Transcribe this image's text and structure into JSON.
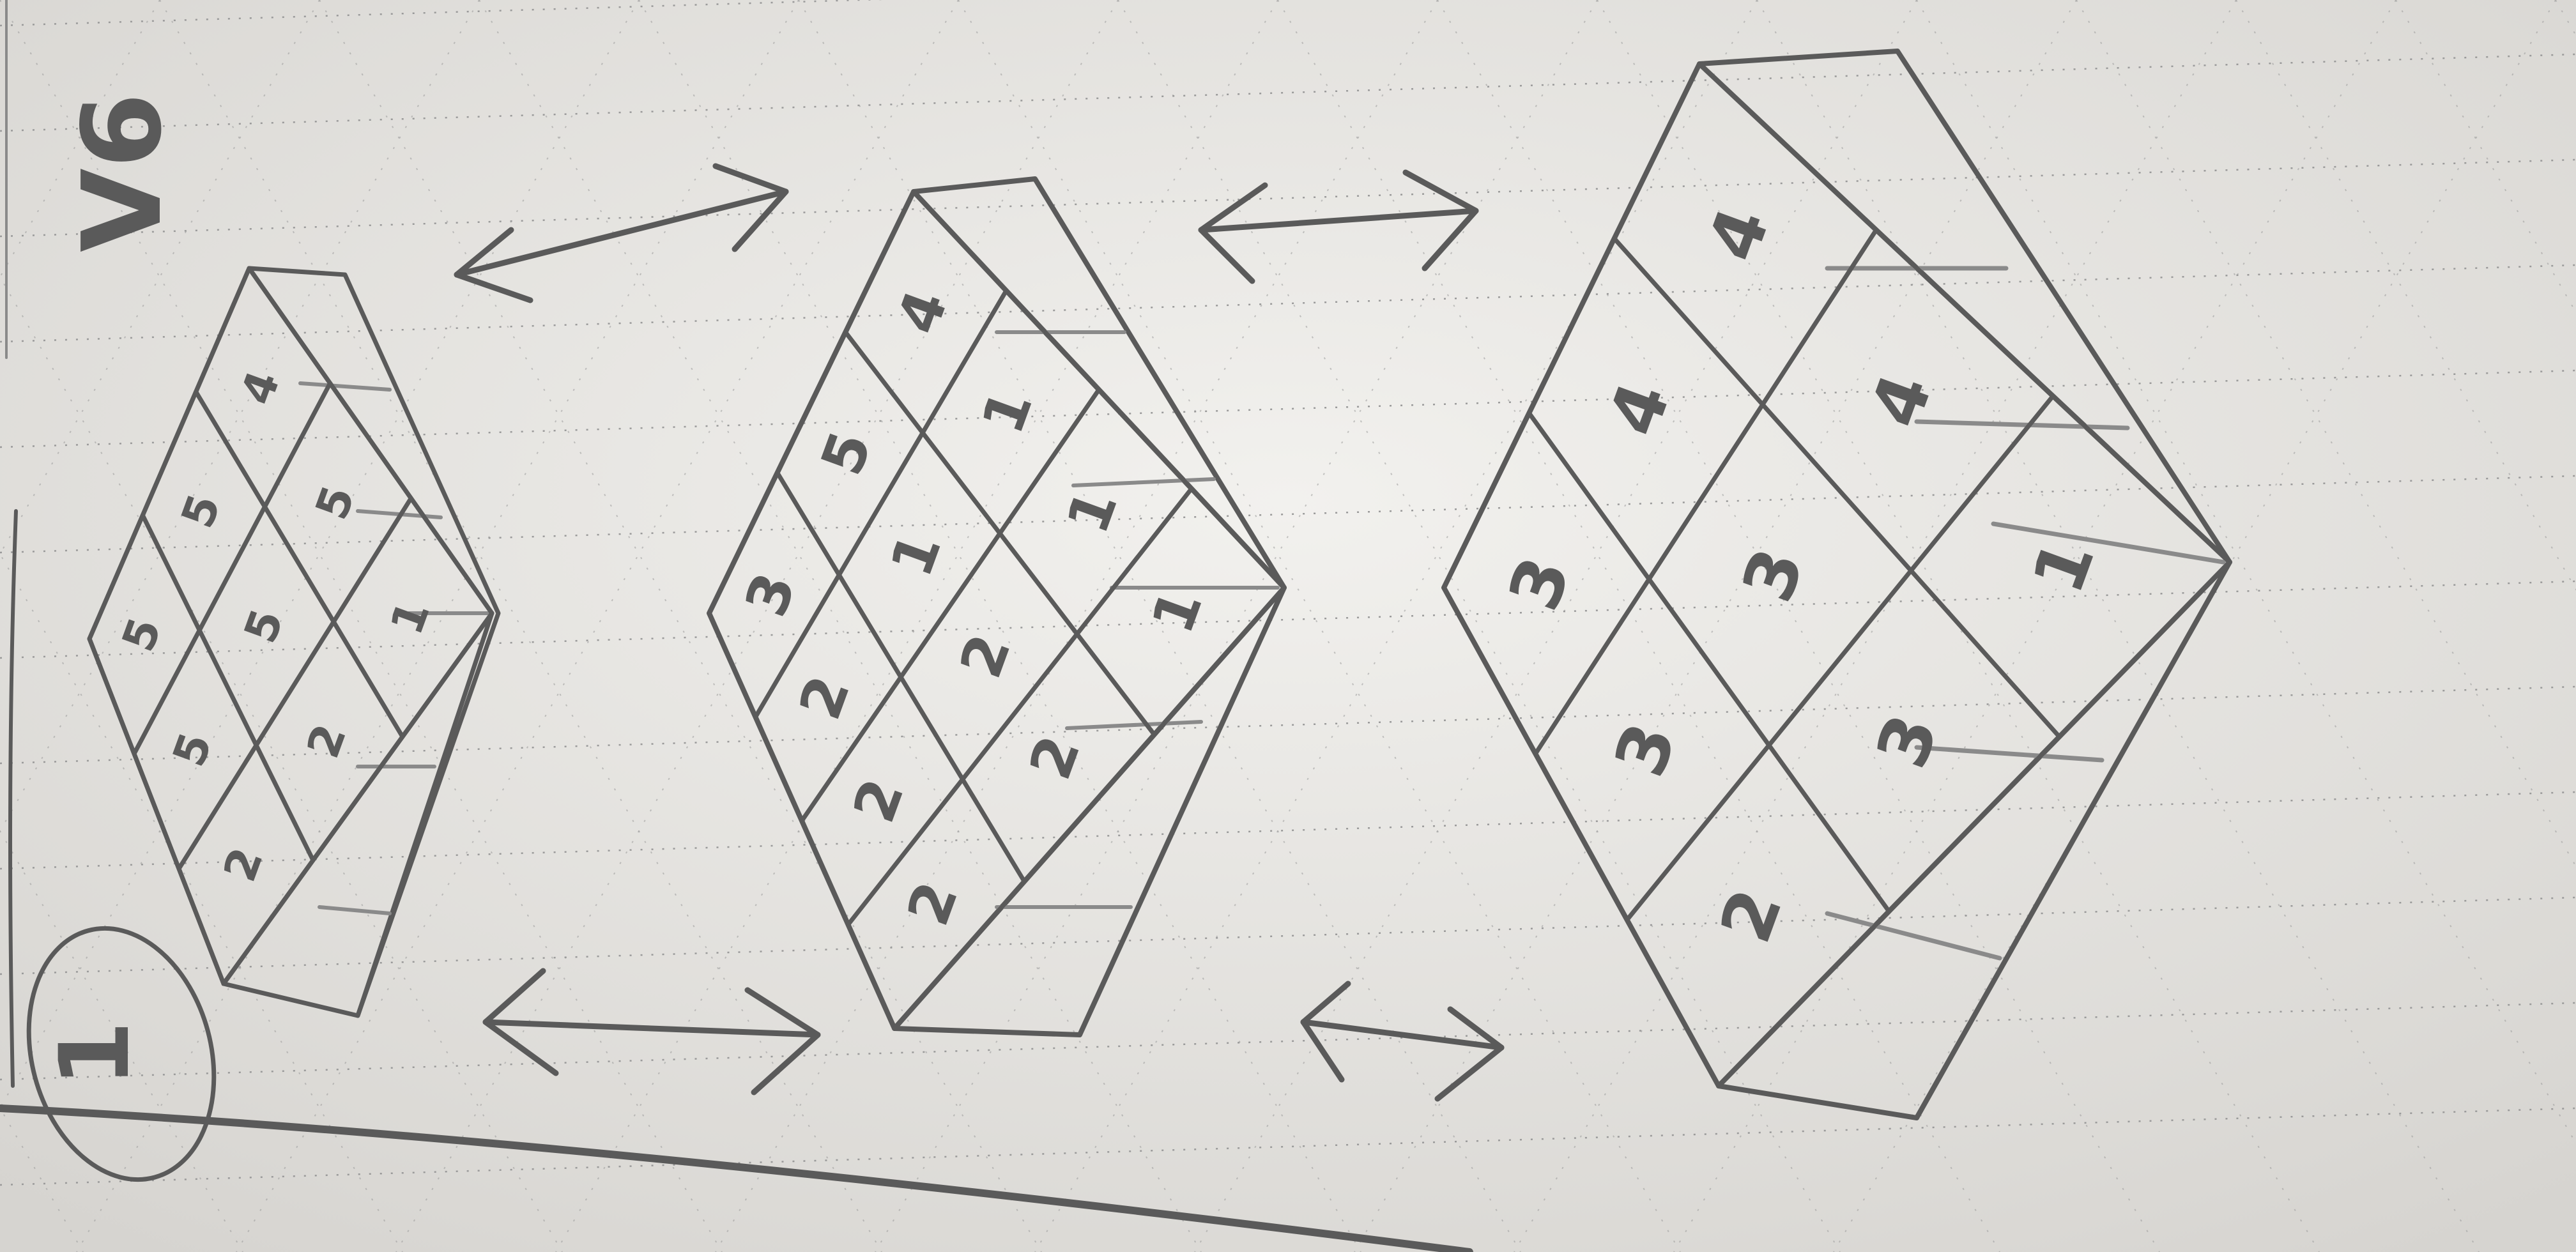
{
  "page_mark": "V6",
  "figure_number": "1",
  "colors": {
    "paper": "#ecebe8",
    "dots": "#9a9a9a",
    "pencil": "#5a5a5a"
  },
  "sketches": [
    {
      "name": "small-grid",
      "rows": [
        [
          "4",
          "5",
          "1"
        ],
        [
          "5",
          "5",
          "2"
        ],
        [
          "5",
          "5",
          "2"
        ]
      ]
    },
    {
      "name": "medium-grid",
      "rows": [
        [
          "4",
          "1",
          "1",
          "1"
        ],
        [
          "5",
          "1",
          "2",
          "2"
        ],
        [
          "3",
          "2",
          "2",
          "2"
        ]
      ]
    },
    {
      "name": "large-grid",
      "rows": [
        [
          "4",
          "4",
          "1"
        ],
        [
          "4",
          "3",
          "3"
        ],
        [
          "3",
          "3",
          "2"
        ]
      ]
    }
  ]
}
